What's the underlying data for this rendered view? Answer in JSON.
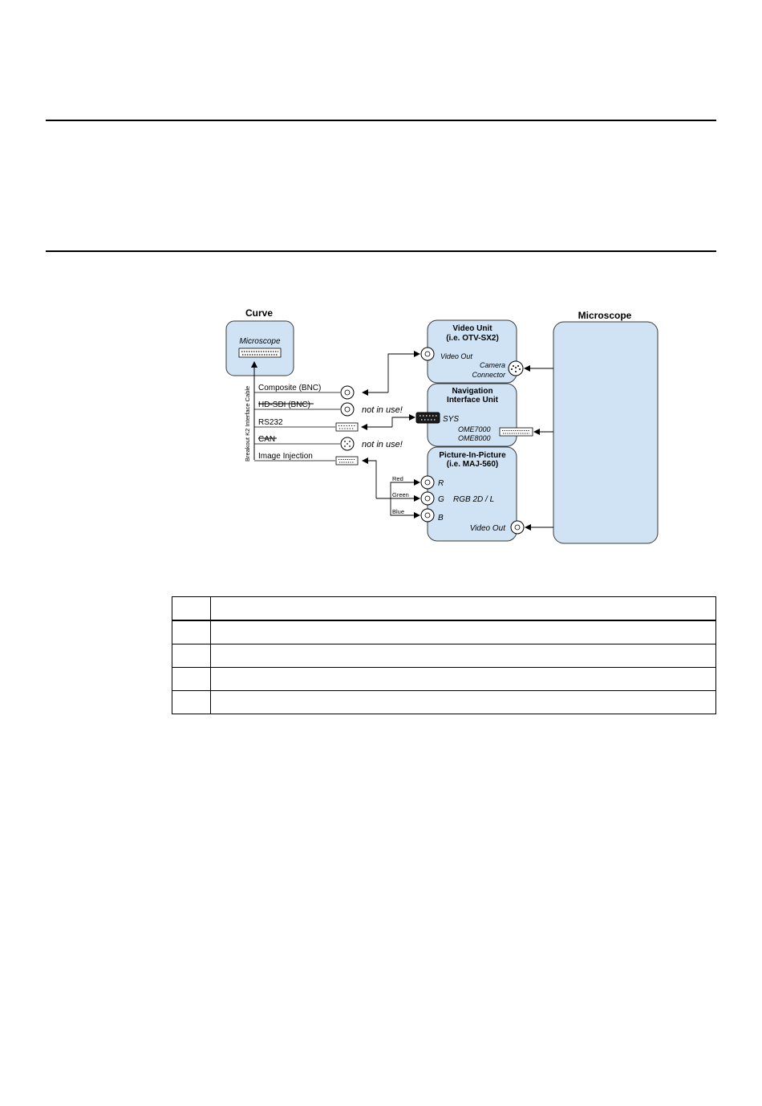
{
  "diagram": {
    "curve_title": "Curve",
    "curve_box_label": "Microscope",
    "microscope_title": "Microscope",
    "cable_label": "Breakout K2 Interface Cable",
    "outputs": {
      "composite": "Composite (BNC)",
      "hdsdi": "HD-SDI (BNC)",
      "rs232": "RS232",
      "can": "CAN",
      "image_injection": "Image Injection"
    },
    "not_in_use": "not in use!",
    "video_unit": {
      "title_line1": "Video Unit",
      "title_line2": "(i.e. OTV-SX2)",
      "video_out": "Video Out",
      "camera": "Camera",
      "connector": "Connector"
    },
    "nav_unit": {
      "title_line1": "Navigation",
      "title_line2": "Interface Unit",
      "sys": "SYS",
      "ome7000": "OME7000",
      "ome8000": "OME8000"
    },
    "pip_unit": {
      "title_line1": "Picture-In-Picture",
      "title_line2": "(i.e. MAJ-560)",
      "r": "R",
      "g": "G",
      "b": "B",
      "rgb": "RGB 2D / L",
      "video_out": "Video Out"
    },
    "wires": {
      "red": "Red",
      "green": "Green",
      "blue": "Blue"
    },
    "colors": {
      "box_fill": "#cfe3f5",
      "box_stroke": "#3a3a3a"
    }
  },
  "table": {
    "rows": [
      {
        "num": "",
        "text": ""
      },
      {
        "num": "",
        "text": ""
      },
      {
        "num": "",
        "text": ""
      },
      {
        "num": "",
        "text": ""
      },
      {
        "num": "",
        "text": ""
      }
    ]
  }
}
